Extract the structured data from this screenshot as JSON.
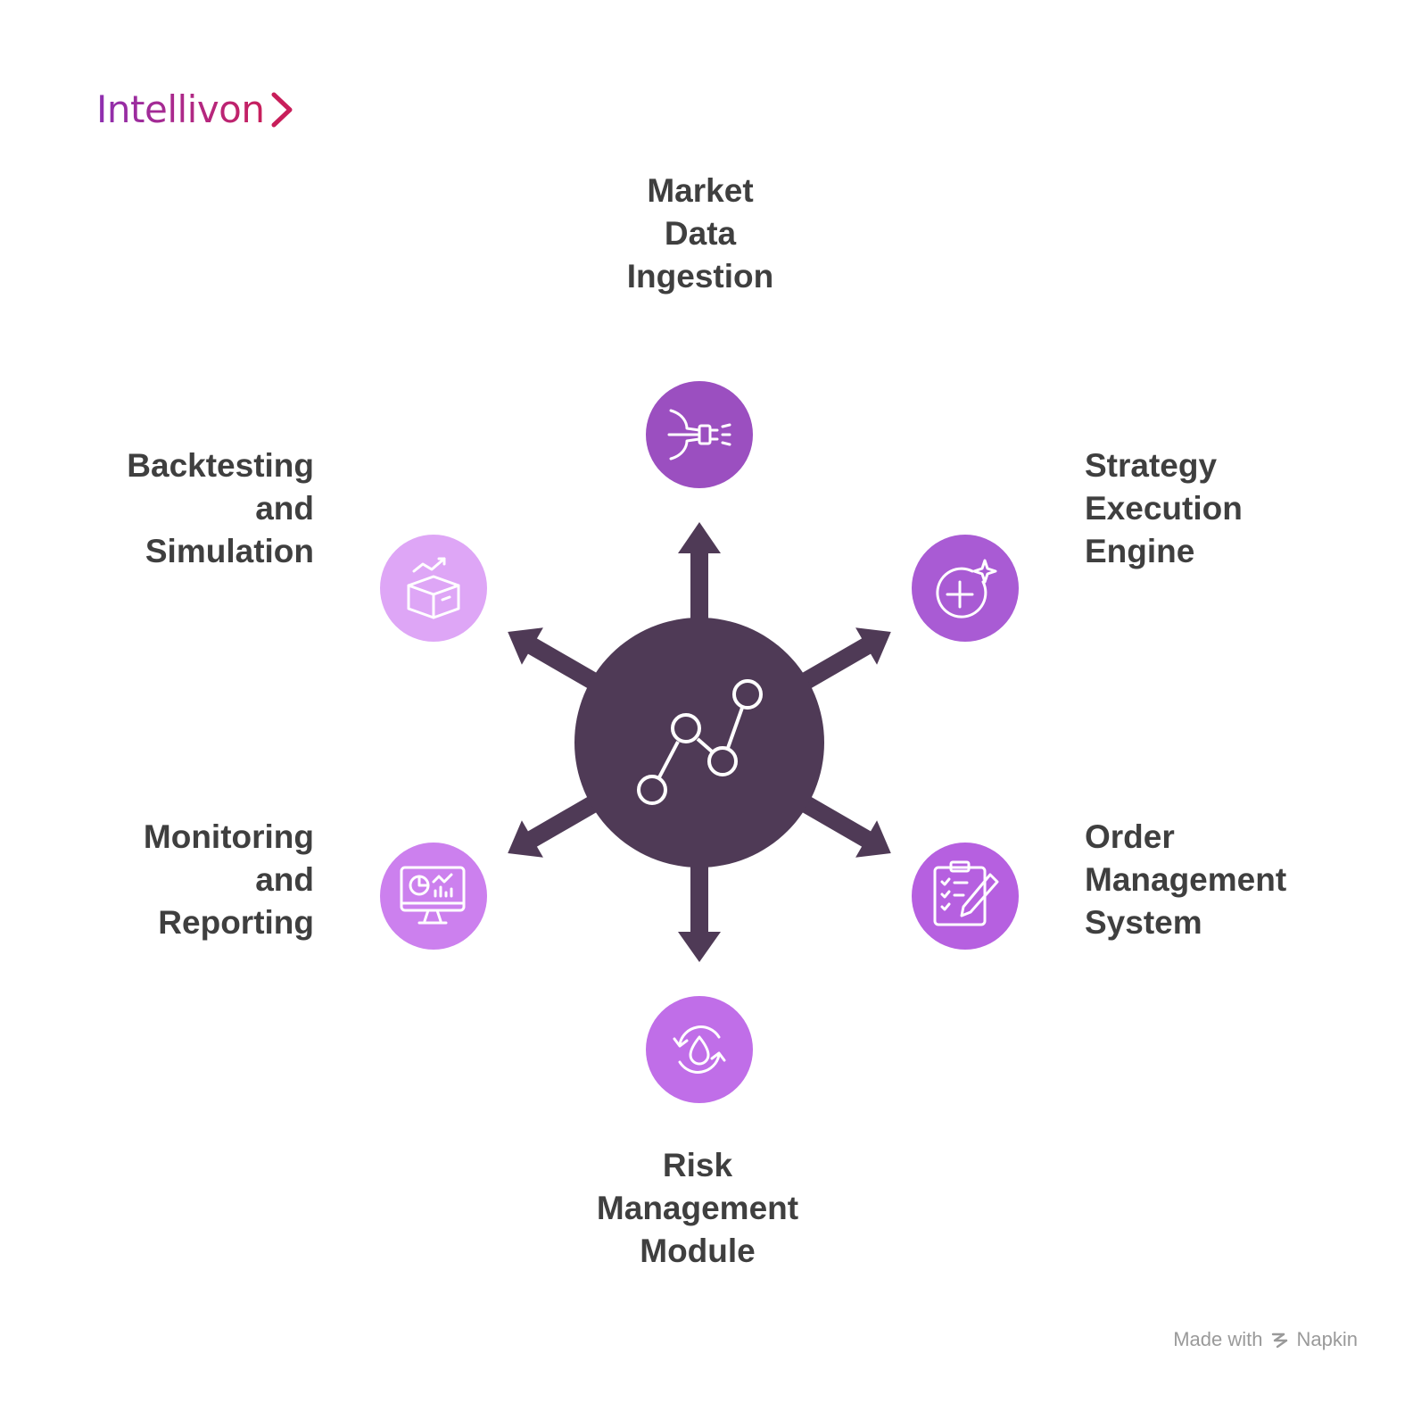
{
  "logo": {
    "text": "Intellivon"
  },
  "nodes": [
    {
      "id": "top",
      "label": "Market\nData\nIngestion",
      "icon": "data-ingestion-icon",
      "color": "#9b4fc0"
    },
    {
      "id": "upper-right",
      "label": "Strategy\nExecution\nEngine",
      "icon": "sparkle-plus-icon",
      "color": "#a95bd4"
    },
    {
      "id": "lower-right",
      "label": "Order\nManagement\nSystem",
      "icon": "clipboard-pencil-icon",
      "color": "#b660e0"
    },
    {
      "id": "bottom",
      "label": "Risk\nManagement\nModule",
      "icon": "drop-cycle-icon",
      "color": "#c06ee8"
    },
    {
      "id": "lower-left",
      "label": "Monitoring\nand\nReporting",
      "icon": "monitor-dashboard-icon",
      "color": "#cc80ee"
    },
    {
      "id": "upper-left",
      "label": "Backtesting\nand\nSimulation",
      "icon": "box-trend-icon",
      "color": "#dea6f6"
    }
  ],
  "hub": {
    "icon": "line-chart-icon",
    "color": "#4f3a56"
  },
  "footer": {
    "made_with": "Made with",
    "brand": "Napkin"
  }
}
